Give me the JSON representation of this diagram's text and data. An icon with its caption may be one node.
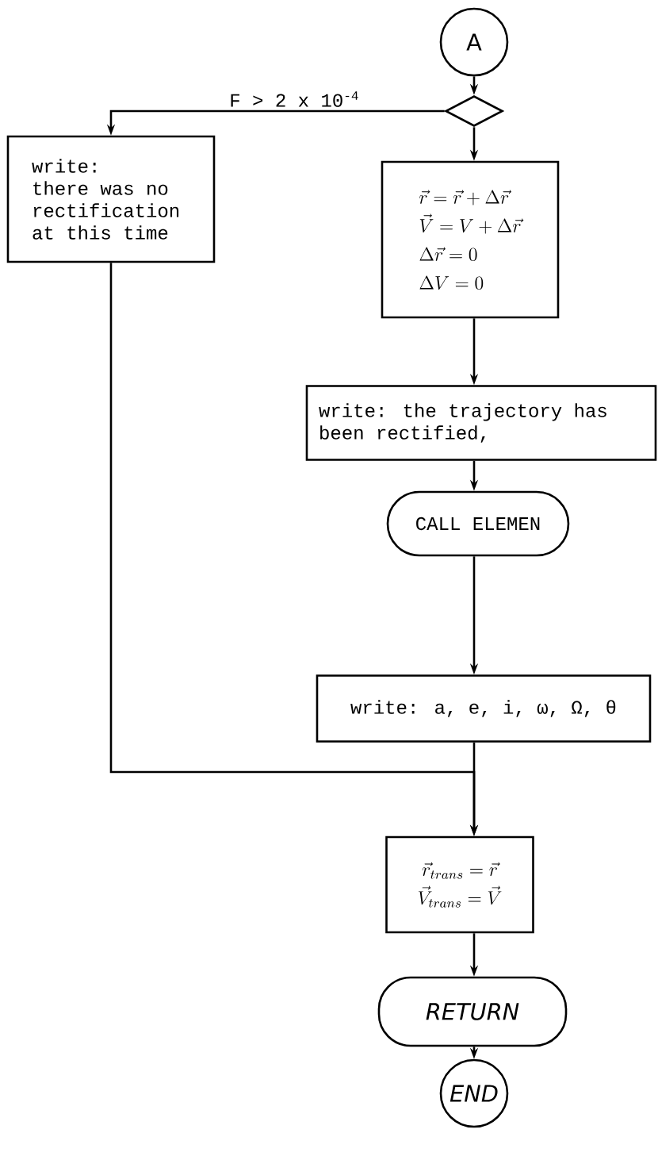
{
  "diagram": {
    "nodes": [
      {
        "text": [
          "A"
        ]
      },
      {
        "text": [],
        "shape": "diamond"
      },
      {
        "text": [
          "write:",
          "there was no rectification at this time"
        ]
      },
      {
        "text": [
          "\\vec{r} = \\vec{r} + \\Delta\\vec{r}",
          "\\vec{V} = V + \\Delta\\vec{r}",
          "\\Delta\\vec{r} = 0",
          "\\Delta V = 0"
        ]
      },
      {
        "text": [
          "write: the trajectory has been rectified,"
        ]
      },
      {
        "text": [
          "CALL ELEMEN"
        ]
      },
      {
        "text": [
          "write: a, e, i, ω, Ω, θ"
        ]
      },
      {
        "text": [
          "\\vec{r}_{trans} = \\vec{r}",
          "\\vec{V}_{trans} = \\vec{V}"
        ]
      },
      {
        "text": [
          "RETURN"
        ]
      },
      {
        "text": [
          "END"
        ]
      }
    ],
    "edges": [
      {
        "from": 0,
        "to": 1,
        "arrow": "to"
      },
      {
        "from": 1,
        "to": 2,
        "arrow": "to",
        "label": "F > 2 x 10$^{-4}$"
      },
      {
        "from": 1,
        "to": 3,
        "arrow": "to"
      },
      {
        "from": 3,
        "to": 4,
        "arrow": "to"
      },
      {
        "from": 4,
        "to": 5,
        "arrow": "to"
      },
      {
        "from": 5,
        "to": 6,
        "arrow": "to"
      },
      {
        "from": 6,
        "to": 7,
        "arrow": "to"
      },
      {
        "from": 2,
        "to": 7,
        "arrow": "to"
      },
      {
        "from": 7,
        "to": 8,
        "arrow": "to"
      },
      {
        "from": 8,
        "to": 9,
        "arrow": "to"
      }
    ]
  }
}
